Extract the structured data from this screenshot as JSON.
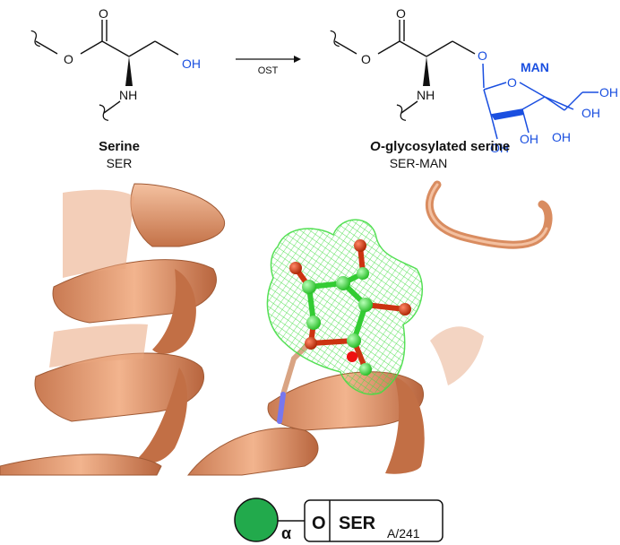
{
  "reaction": {
    "enzyme_label": "OST",
    "substrate": {
      "name": "Serine",
      "abbrev": "SER",
      "atoms": {
        "carbonyl_o": "O",
        "ester_o": "O",
        "nh": "NH",
        "oh": "OH"
      }
    },
    "product": {
      "name_prefix": "O",
      "name_rest": "-glycosylated serine",
      "abbrev": "SER-MAN",
      "sugar_label": "MAN",
      "atoms": {
        "carbonyl_o": "O",
        "ester_o": "O",
        "nh": "NH",
        "link_o": "O",
        "ring_o": "O",
        "oh1": "OH",
        "oh2": "OH",
        "oh3": "OH",
        "oh4": "OH",
        "oh5": "OH"
      }
    }
  },
  "colors": {
    "sugar_blue": "#1a4fe0",
    "ribbon": "#e8a07a",
    "ribbon_dark": "#b86a45",
    "mesh_green": "#44dd44",
    "atom_carbon": "#33dd33",
    "atom_oxygen": "#cc3311",
    "mannose_symbol": "#22aa4c"
  },
  "glycan_symbol": {
    "anomer": "α",
    "linkage_atom": "O",
    "residue": "SER",
    "site": "A/241"
  }
}
